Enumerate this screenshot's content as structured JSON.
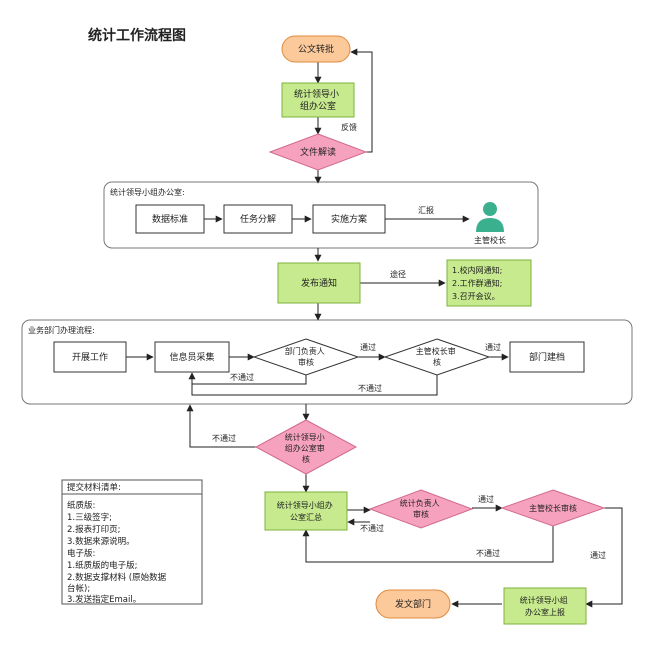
{
  "title": "统计工作流程图",
  "colors": {
    "orange_fill": "#fbc99a",
    "orange_stroke": "#e08a3c",
    "green_fill": "#c6ea8d",
    "green_stroke": "#7db33c",
    "pink_fill": "#f6a2bf",
    "pink_stroke": "#d2698e",
    "white_fill": "#ffffff",
    "box_stroke": "#333333",
    "container_stroke": "#777777",
    "arrow": "#222222",
    "person_icon": "#3bb08f"
  },
  "nodes": {
    "start": "公文转批",
    "office": [
      "统计领导小",
      "组办公室"
    ],
    "interpret": "文件解读",
    "office_container_label": "统计领导小组办公室:",
    "data_standard": "数据标准",
    "task_split": "任务分解",
    "plan": "实施方案",
    "principal": "主管校长",
    "publish": "发布通知",
    "channels": [
      "1.校内网通知;",
      "2.工作群通知;",
      "3.召开会议。"
    ],
    "dept_container_label": "业务部门办理流程:",
    "start_work": "开展工作",
    "collect": "信息员采集",
    "dept_review": [
      "部门负责人",
      "审核"
    ],
    "principal_review_dept": [
      "主管校长审",
      "核"
    ],
    "dept_archive": "部门建档",
    "office_review": [
      "统计领导小",
      "组办公室审",
      "核"
    ],
    "office_summary": [
      "统计领导小组办",
      "公室汇总"
    ],
    "stat_review": [
      "统计负责人",
      "审核"
    ],
    "principal_review_final": "主管校长审核",
    "report": [
      "统计领导小组",
      "办公室上报"
    ],
    "end": "发文部门"
  },
  "edge_labels": {
    "feedback": "反馈",
    "report_up": "汇报",
    "route": "途径",
    "pass_1": "通过",
    "pass_2": "通过",
    "fail_1": "不通过",
    "fail_2": "不通过",
    "fail_3": "不通过",
    "pass_3": "通过",
    "fail_4": "不通过",
    "pass_4": "通过"
  },
  "materials": {
    "title": "提交材料清单:",
    "lines": [
      "纸质版:",
      "1.三级签字;",
      "2.报表打印页;",
      "3.数据来源说明。",
      "电子版:",
      "1.纸质版的电子版;",
      "2.数据支撑材料 (原始数据",
      "台帐);",
      "3.发送指定Email。"
    ]
  }
}
